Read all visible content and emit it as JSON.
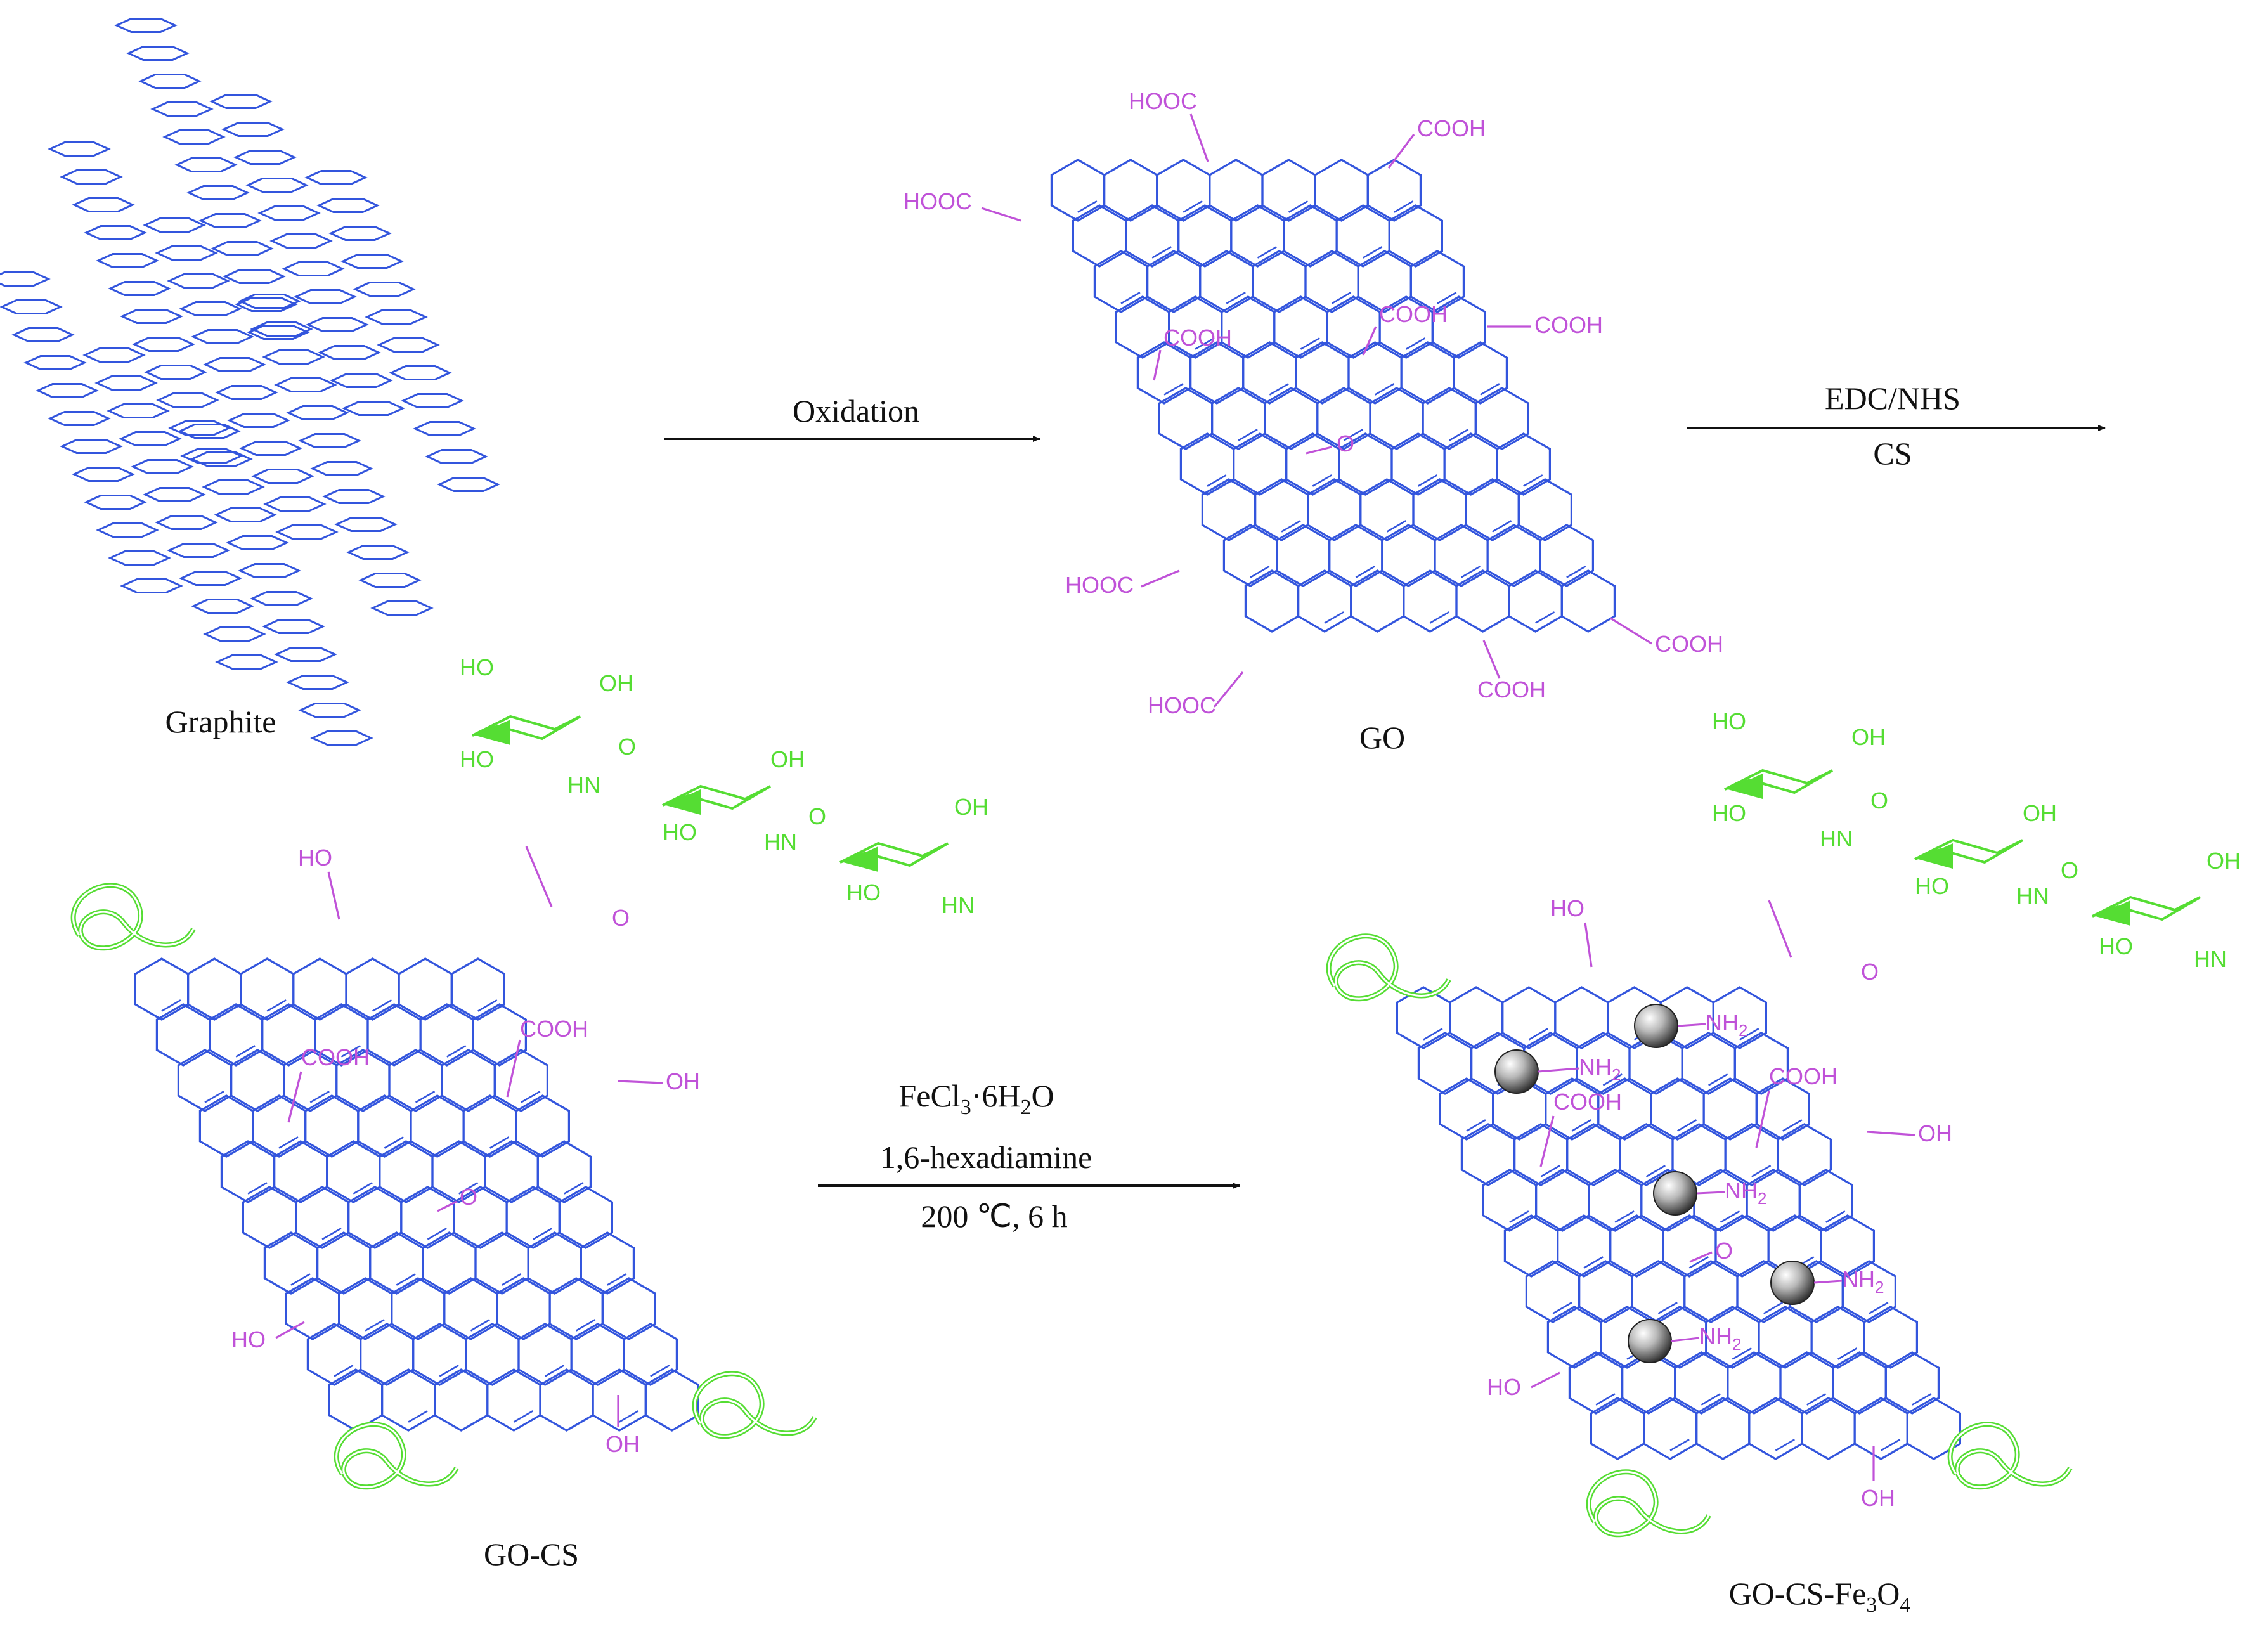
{
  "labels": {
    "graphite": "Graphite",
    "go": "GO",
    "go_cs": "GO-CS",
    "go_cs_fe3o4": {
      "base": "GO-CS-Fe",
      "sub1": "3",
      "mid": "O",
      "sub2": "4"
    }
  },
  "steps": {
    "step1": {
      "above": "Oxidation"
    },
    "step2": {
      "above": "EDC/NHS",
      "below": "CS"
    },
    "step3": {
      "line1": {
        "a": "FeCl",
        "sub1": "3",
        "b": "·6H",
        "sub2": "2",
        "c": "O"
      },
      "line2": "1,6-hexadiamine",
      "line3": "200 ℃, 6 h"
    }
  },
  "groups": {
    "cooh": "COOH",
    "hooc": "HOOC",
    "oh": "OH",
    "ho": "HO",
    "o": "O",
    "hn": "HN",
    "nh2": {
      "a": "NH",
      "sub": "2"
    }
  },
  "colors": {
    "lattice": "#3355dd",
    "functional_group": "#c052d8",
    "chitosan": "#55dd33",
    "text": "#111111",
    "particle": "#9a9a9a"
  }
}
